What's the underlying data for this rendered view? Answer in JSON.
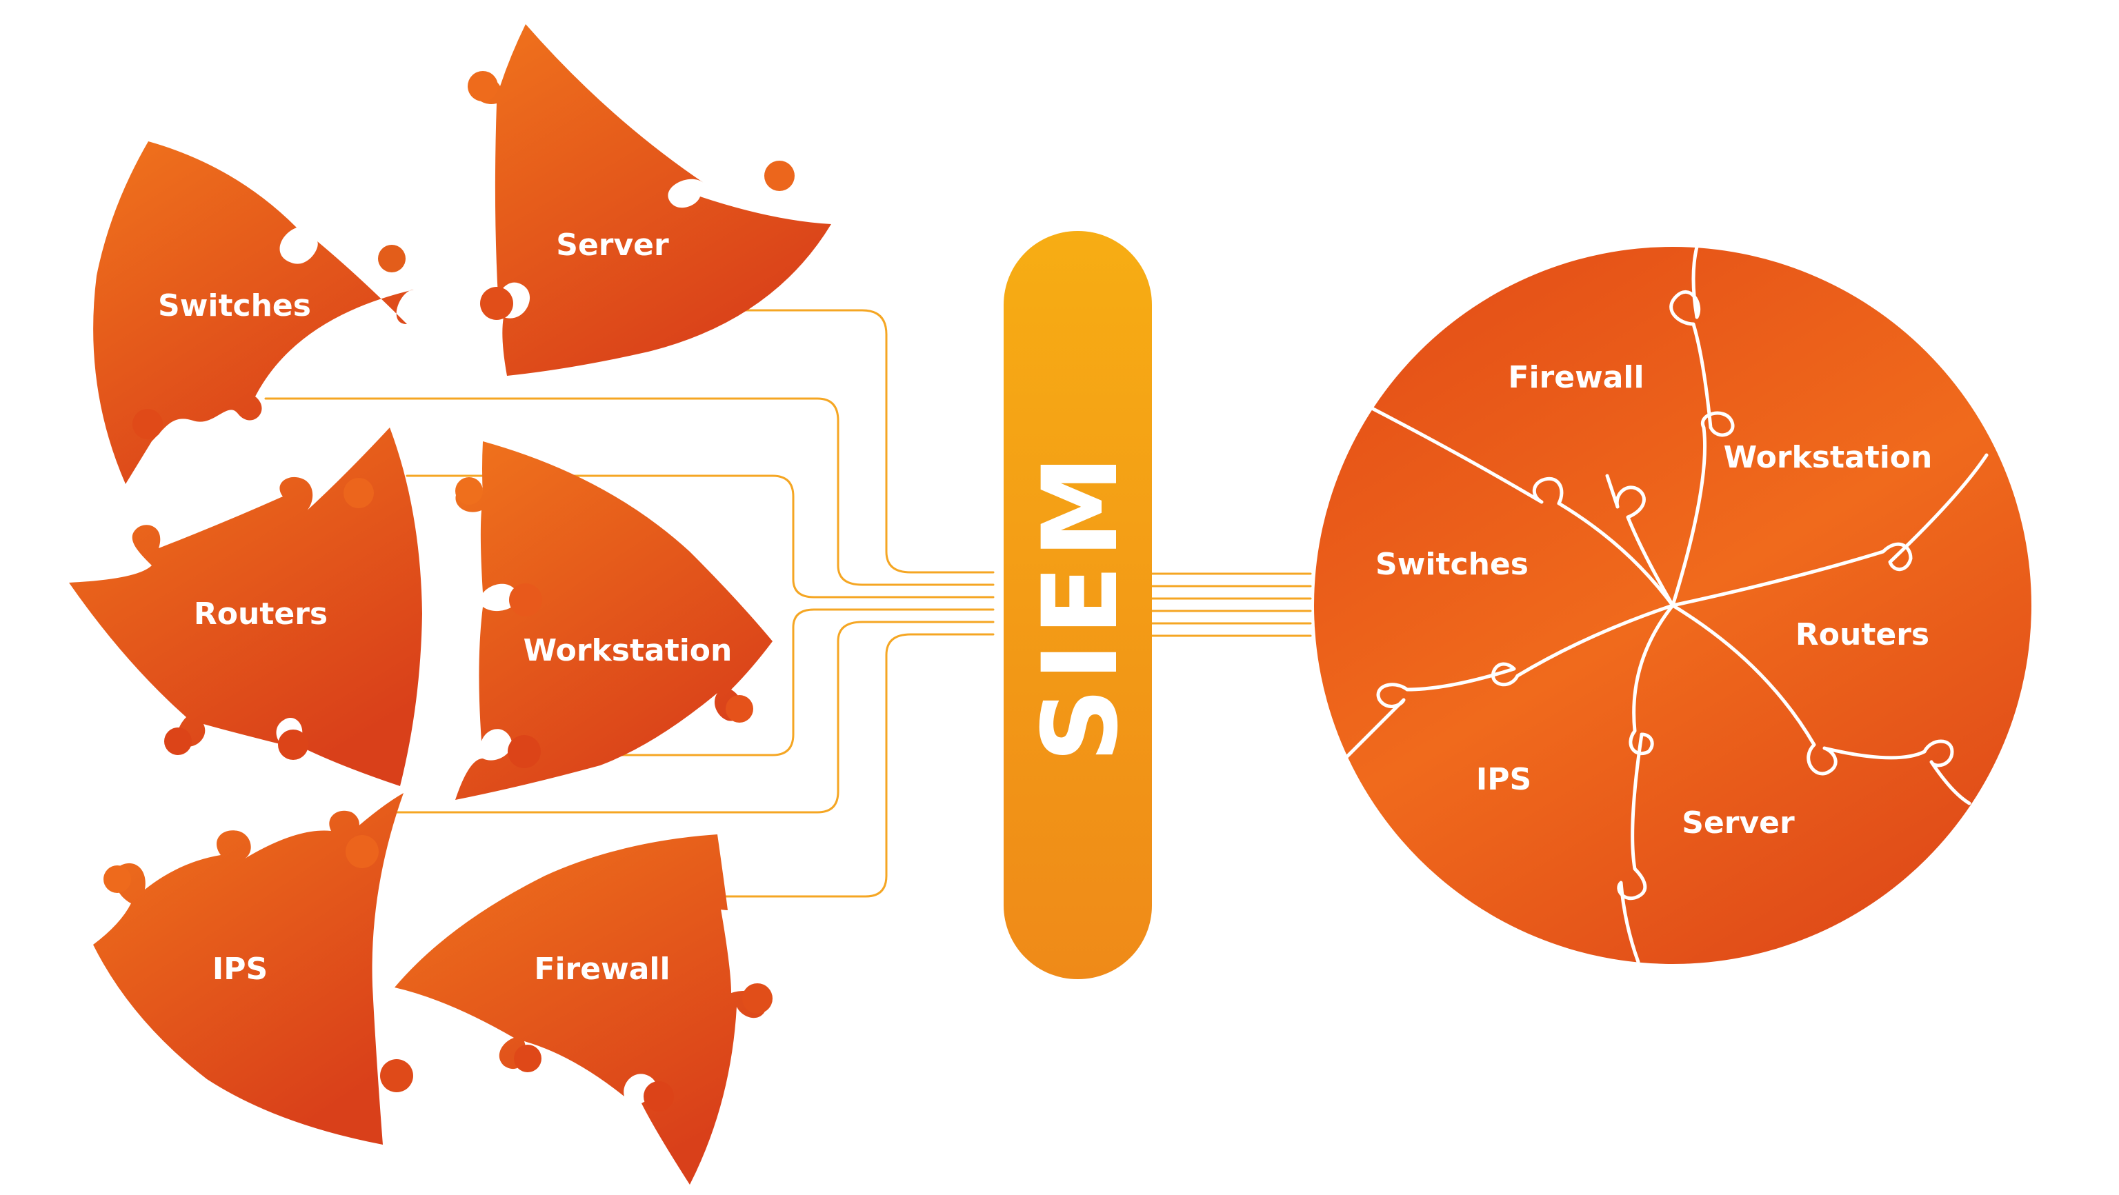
{
  "colors": {
    "piece_light": "#f0731c",
    "piece_dark": "#d9401a",
    "connector": "#f5a623",
    "siem_top": "#f7ad14",
    "siem_bottom": "#ef8a18",
    "background": "#ffffff",
    "text": "#ffffff"
  },
  "hub": {
    "label": "SIEM"
  },
  "scattered_pieces": [
    {
      "label": "Switches"
    },
    {
      "label": "Server"
    },
    {
      "label": "Routers"
    },
    {
      "label": "Workstation"
    },
    {
      "label": "IPS"
    },
    {
      "label": "Firewall"
    }
  ],
  "assembled_circle": [
    {
      "label": "Firewall"
    },
    {
      "label": "Workstation"
    },
    {
      "label": "Switches"
    },
    {
      "label": "Routers"
    },
    {
      "label": "IPS"
    },
    {
      "label": "Server"
    }
  ]
}
